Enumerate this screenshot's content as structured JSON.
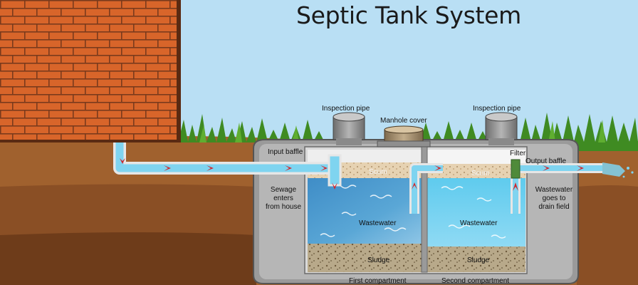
{
  "title": "Septic Tank System",
  "labels": {
    "inspection_pipe_left": "Inspection pipe",
    "inspection_pipe_right": "Inspection pipe",
    "manhole_cover": "Manhole cover",
    "input_baffle": "Input baffle",
    "filter": "Filter",
    "output_baffle": "Output baffle",
    "scum_left": "Scum",
    "scum_right": "Scum",
    "wastewater_left": "Wastewater",
    "wastewater_right": "Wastewater",
    "sludge_left": "Sludge",
    "sludge_right": "Sludge",
    "sewage_enters": [
      "Sewage",
      "enters",
      "from house"
    ],
    "wastewater_goes": [
      "Wastewater",
      "goes to",
      "drain field"
    ],
    "first_compartment": "First compartment",
    "second_compartment": "Second compartment"
  },
  "colors": {
    "sky": "#b9dff4",
    "soil": "#8a4f25",
    "brick": "#d8652a",
    "tank_concrete": "#9a9a9a",
    "water_first": "#5aa7d6",
    "water_second": "#5fcbee",
    "pipe_water": "#7fd4f0",
    "flow_arrow": "#d0262d"
  }
}
